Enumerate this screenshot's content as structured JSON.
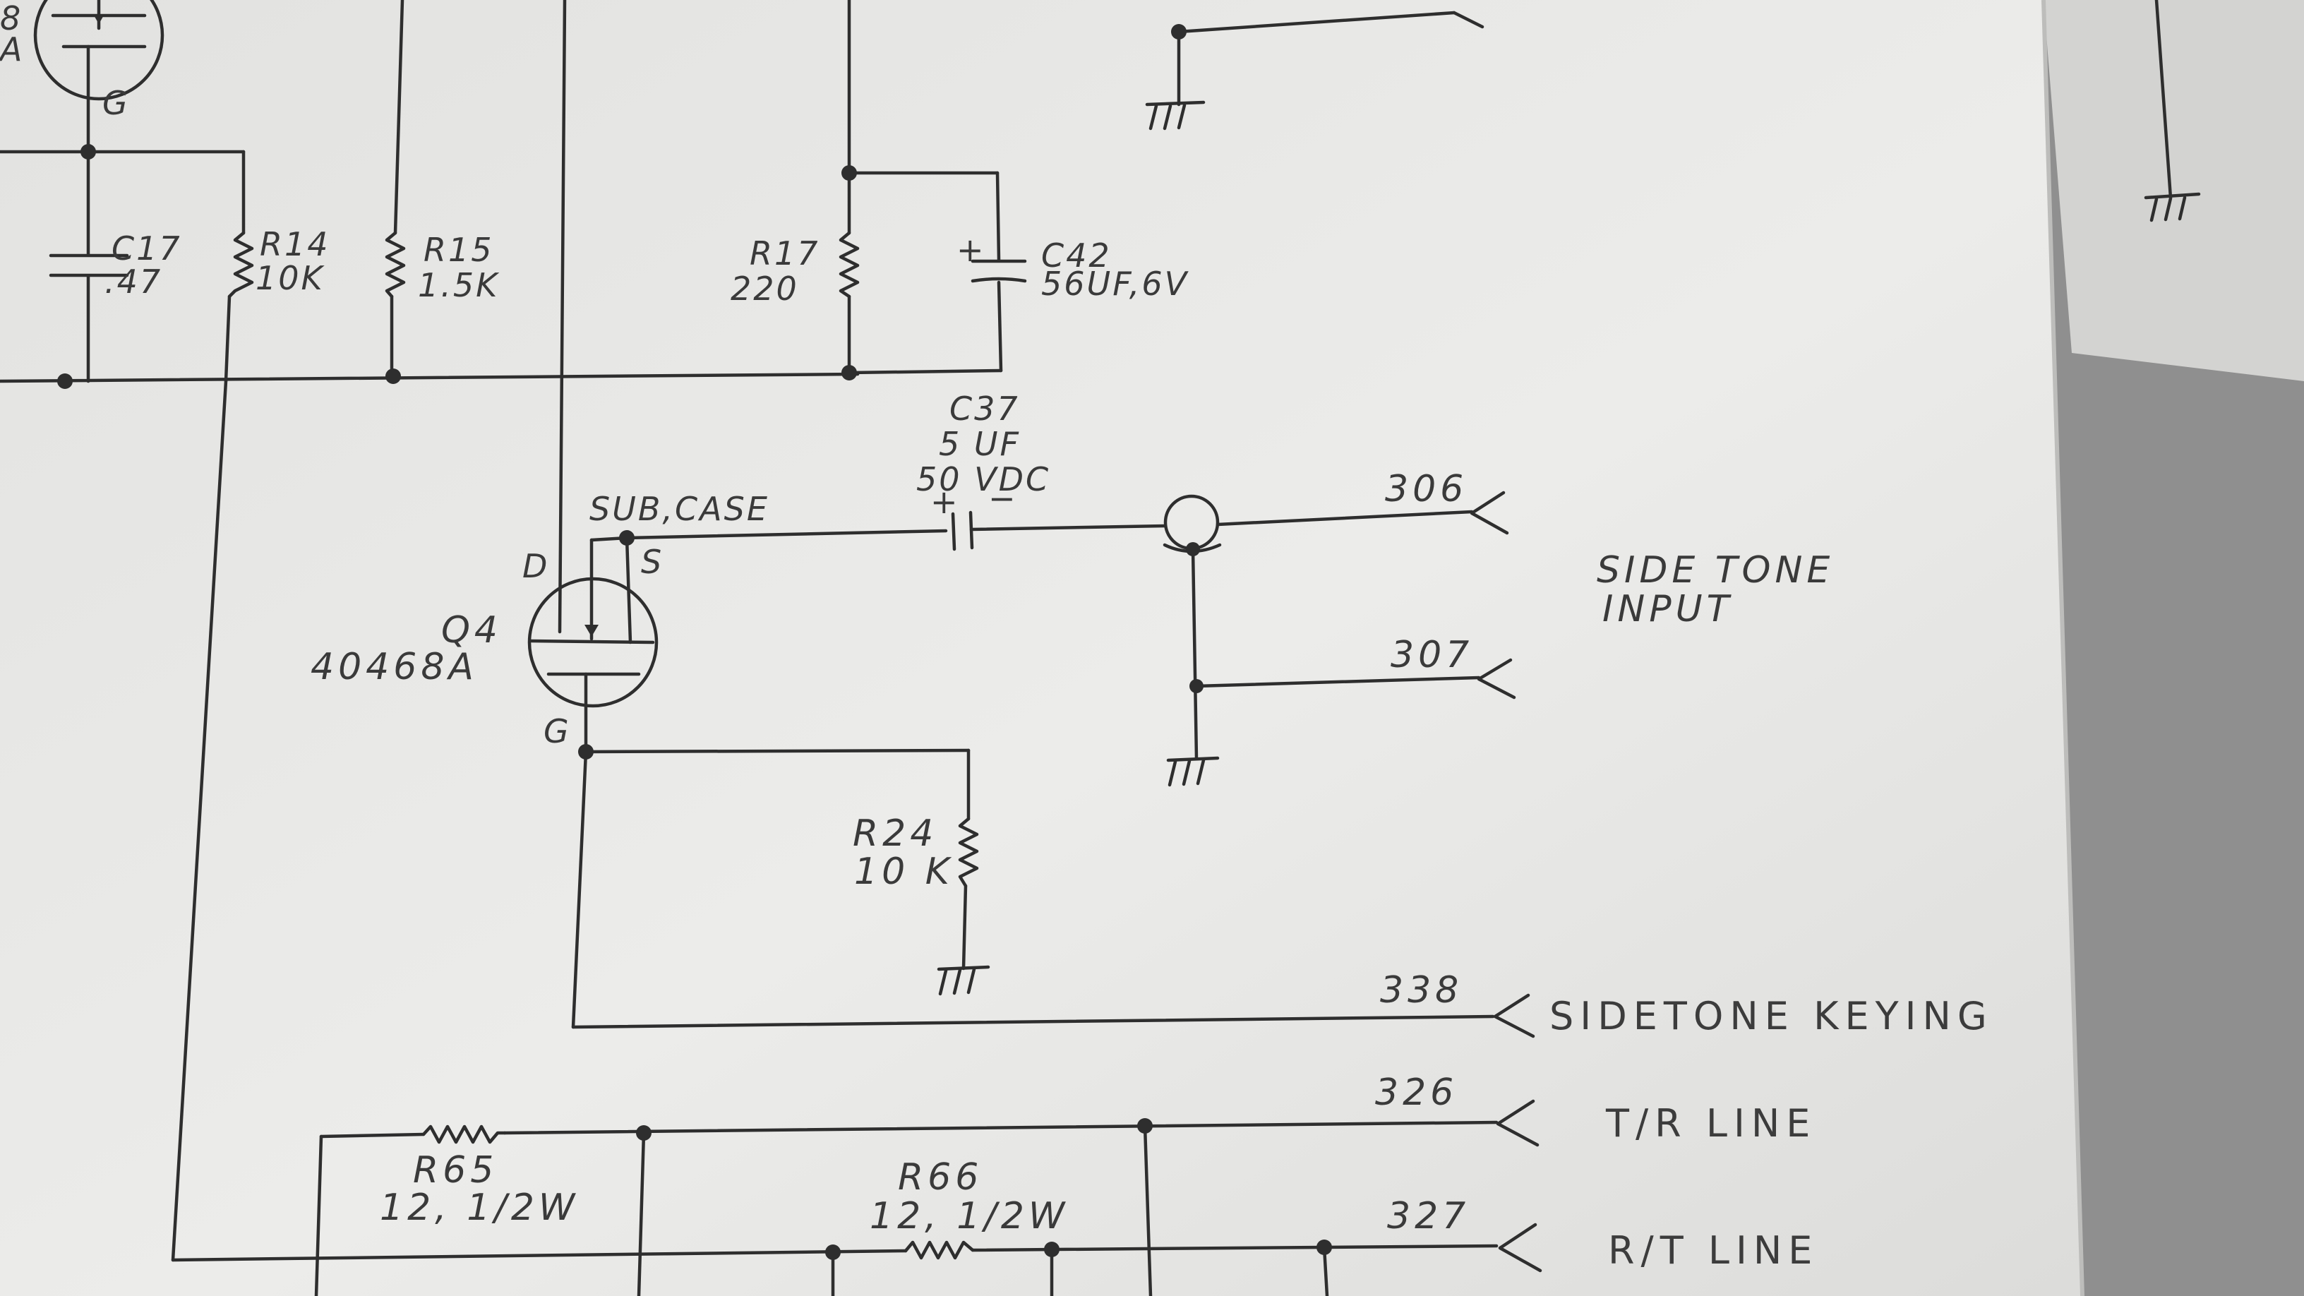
{
  "components": {
    "c17": {
      "ref": "C17",
      "value": ".47"
    },
    "r14": {
      "ref": "R14",
      "value": "10K"
    },
    "r15": {
      "ref": "R15",
      "value": "1.5K"
    },
    "r17": {
      "ref": "R17",
      "value": "220"
    },
    "c42": {
      "ref": "C42",
      "value": "56UF,6V",
      "polarity": "+"
    },
    "c37": {
      "ref": "C37",
      "value": "5 UF",
      "rating": "50 VDC",
      "plus": "+",
      "minus": "−"
    },
    "q4": {
      "ref": "Q4",
      "part": "40468A",
      "sub_case": "SUB,CASE",
      "pin_d": "D",
      "pin_s": "S",
      "pin_g": "G"
    },
    "r24": {
      "ref": "R24",
      "value": "10 K"
    },
    "r65": {
      "ref": "R65",
      "value": "12, 1/2W"
    },
    "r66": {
      "ref": "R66",
      "value": "12, 1/2W"
    },
    "top_fet": {
      "pin_g": "G",
      "partial_text_1": "8",
      "partial_text_2": "A"
    }
  },
  "terminals": [
    {
      "num": "306",
      "label": ""
    },
    {
      "num": "307",
      "label": ""
    },
    {
      "num": "338",
      "label": "SIDETONE KEYING"
    },
    {
      "num": "326",
      "label": "T/R LINE"
    },
    {
      "num": "327",
      "label": "R/T LINE"
    }
  ],
  "notes": {
    "side_tone_line1": "SIDE TONE",
    "side_tone_line2": "INPUT"
  },
  "colors": {
    "paper": "#e7e7e5",
    "ink": "#2e2e2e",
    "background": "#8f8f8f"
  }
}
